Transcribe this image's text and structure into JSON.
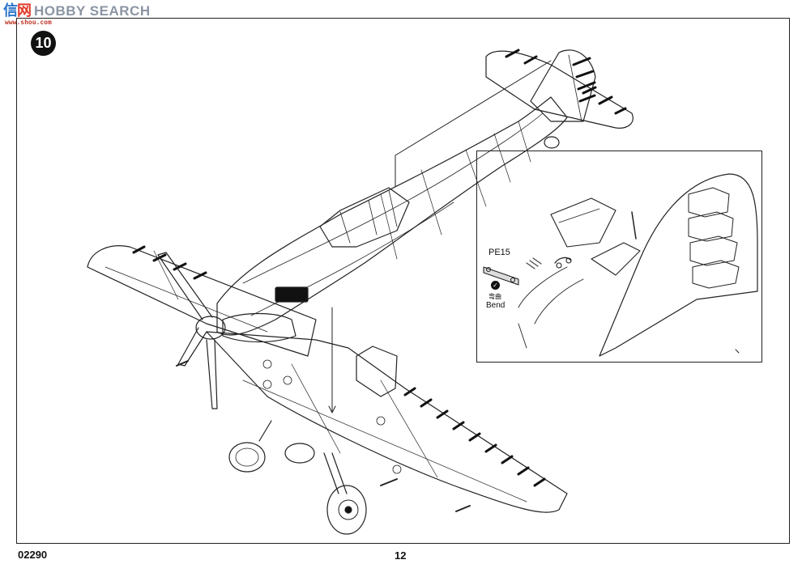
{
  "watermark": {
    "cn_part1": "信",
    "cn_part2": "网",
    "en": "HOBBY SEARCH",
    "url": "www.shou.com"
  },
  "step_number": "10",
  "kit_number": "02290",
  "page_number": "12",
  "detail": {
    "part_label": "PE15",
    "bend_cn": "弯曲",
    "bend_en": "Bend"
  },
  "colors": {
    "line": "#222222",
    "logo_blue": "#2a74c8",
    "logo_red": "#e23a2a",
    "logo_gray": "#8b95a3"
  }
}
